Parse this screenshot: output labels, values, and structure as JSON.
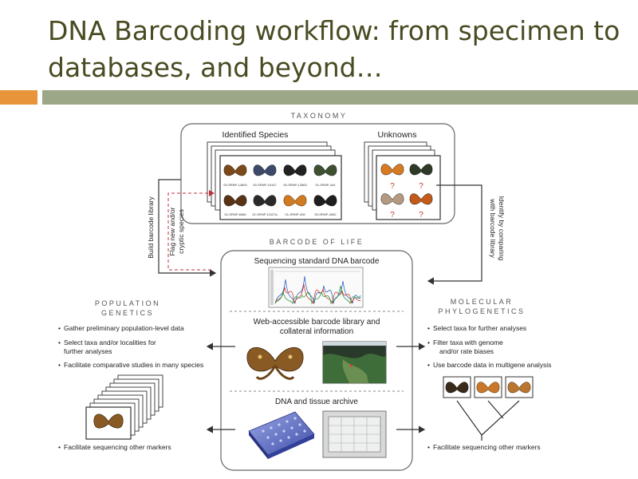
{
  "slide": {
    "title": "DNA Barcoding workflow: from specimen to databases, and beyond…",
    "accent_color": "#e8943a",
    "bar_color": "#9ba786",
    "title_color": "#4a4b22"
  },
  "taxonomy": {
    "header": "TAXONOMY",
    "identified_label": "Identified Species",
    "unknowns_label": "Unknowns",
    "specimen_ids": [
      "00-SRNP-14600",
      "00-SRNP-16147",
      "00-SRNP-12863",
      "01-SRNP-444",
      "01-SRNP-8466",
      "01-SRNP-11027a",
      "01-SRNP-428",
      "00-SRNP-4062"
    ],
    "unknown_mark": "?"
  },
  "arrows": {
    "build_library": "Build barcode library",
    "flag_species": [
      "Flag new and/or",
      "cryptic species"
    ],
    "identify": [
      "Identify by comparing",
      "with barcode library"
    ]
  },
  "barcode_of_life": {
    "header": "BARCODE OF LIFE",
    "sequencing_label": "Sequencing standard DNA barcode",
    "web_label": [
      "Web-accessible barcode library and",
      "collateral information"
    ],
    "archive_label": "DNA and tissue archive"
  },
  "population_genetics": {
    "header": [
      "POPULATION",
      "GENETICS"
    ],
    "bullets": [
      [
        "Gather preliminary population-level data"
      ],
      [
        "Select taxa and/or localities for",
        "further analyses"
      ],
      [
        "Facilitate comparative studies in many species"
      ]
    ],
    "bottom_bullet": "Facilitate sequencing other markers"
  },
  "molecular_phylogenetics": {
    "header": [
      "MOLECULAR",
      "PHYLOGENETICS"
    ],
    "bullets": [
      [
        "Select taxa for further analyses"
      ],
      [
        "Filter taxa with genome",
        "and/or rate biases"
      ],
      [
        "Use barcode data in multigene analysis"
      ]
    ],
    "bottom_bullet": "Facilitate sequencing other markers"
  }
}
